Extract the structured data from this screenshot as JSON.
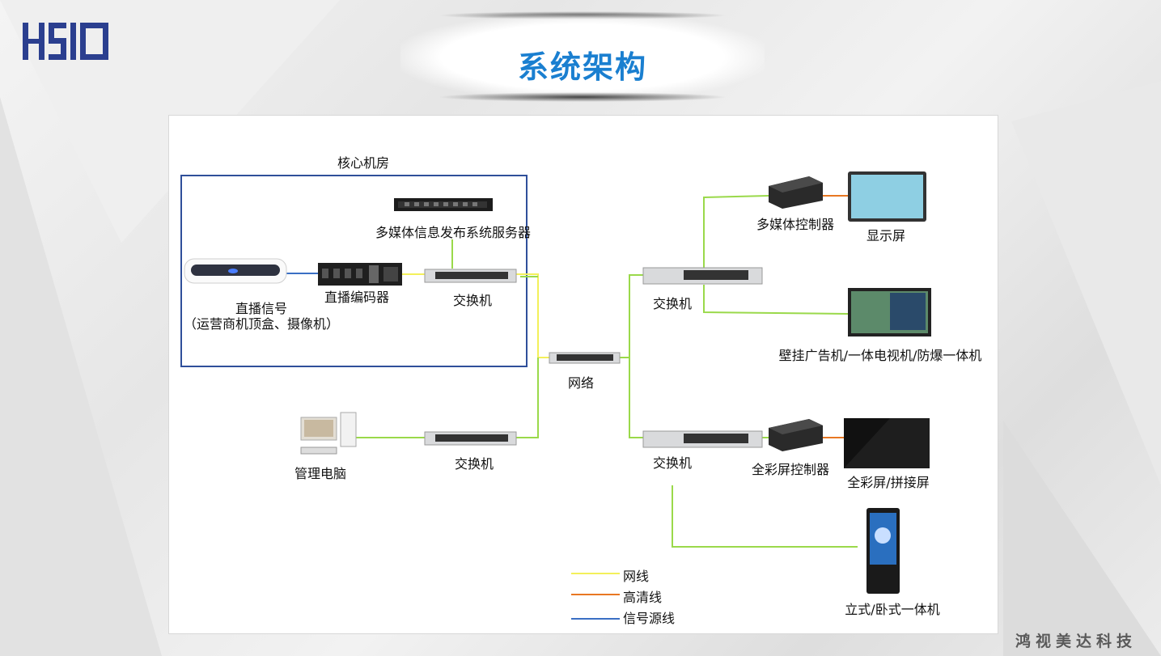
{
  "header": {
    "logo_text": "HSIO",
    "title": "系统架构"
  },
  "diagram": {
    "core_room_label": "核心机房",
    "nodes": {
      "server": "多媒体信息发布系统服务器",
      "live_signal": "直播信号",
      "live_signal_sub": "（运营商机顶盒、摄像机）",
      "live_encoder": "直播编码器",
      "switch_core": "交换机",
      "network": "网络",
      "admin_pc": "管理电脑",
      "switch_admin": "交换机",
      "switch_right_top": "交换机",
      "switch_right_bottom": "交换机",
      "media_controller": "多媒体控制器",
      "display": "显示屏",
      "wall_ad": "壁挂广告机/一体电视机/防爆一体机",
      "fullcolor_controller": "全彩屏控制器",
      "fullcolor_screen": "全彩屏/拼接屏",
      "kiosk": "立式/卧式一体机"
    },
    "legend": [
      {
        "label": "网线",
        "color": "#f3f05a"
      },
      {
        "label": "高清线",
        "color": "#e87722"
      },
      {
        "label": "信号源线",
        "color": "#3a6fc4"
      }
    ],
    "colors": {
      "lan_green": "#9ad94a",
      "lan_yellow": "#f3f05a",
      "hd_orange": "#e87722",
      "signal_blue": "#3a6fc4",
      "core_box_border": "#2f4f9a"
    }
  },
  "footer": {
    "company": "鸿视美达科技"
  }
}
